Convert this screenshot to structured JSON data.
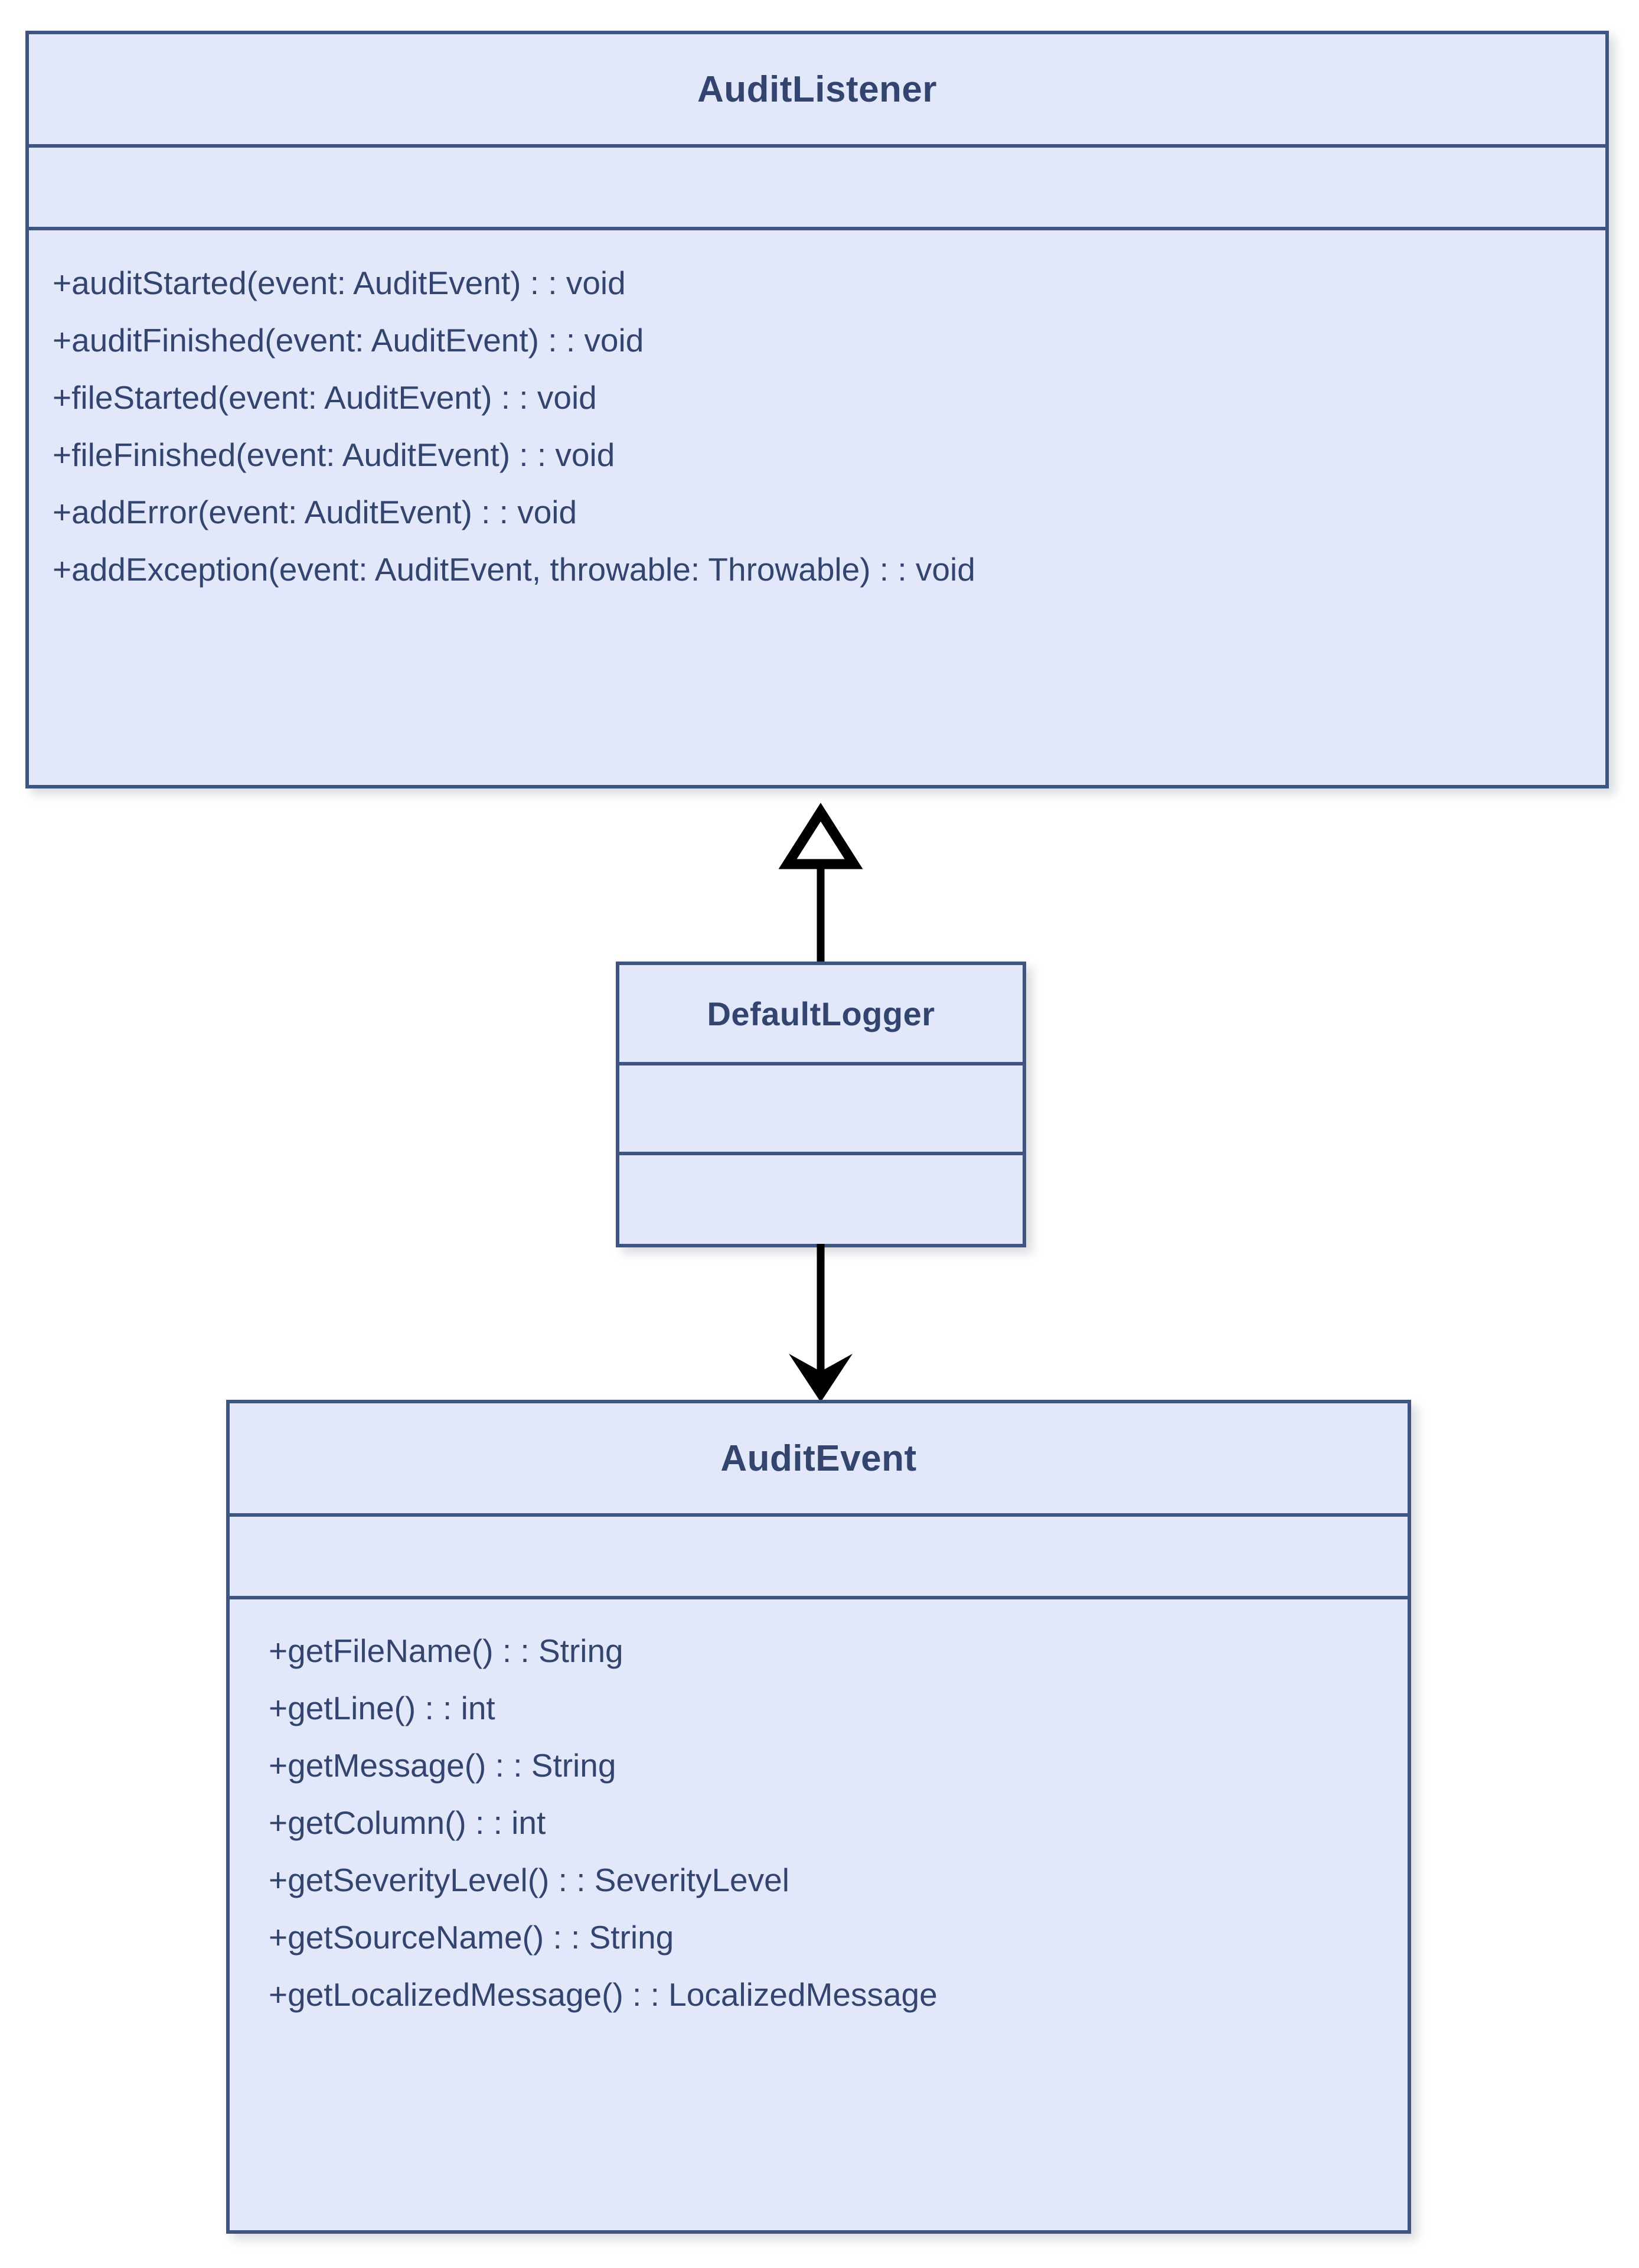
{
  "diagram": {
    "type": "uml-class-diagram",
    "background_color": "#ffffff",
    "class_fill_color": "#e2e8fa",
    "class_border_color": "#3e5481",
    "class_text_color": "#33446e",
    "connector_color": "#000000"
  },
  "classes": [
    {
      "id": "auditlistener",
      "name": "AuditListener",
      "attributes": [],
      "methods": [
        "+auditStarted(event: AuditEvent) : : void",
        "+auditFinished(event: AuditEvent) : : void",
        "+fileStarted(event: AuditEvent) : : void",
        "+fileFinished(event: AuditEvent) : : void",
        "+addError(event: AuditEvent) : : void",
        "+addException(event: AuditEvent, throwable: Throwable) : : void"
      ]
    },
    {
      "id": "defaultlogger",
      "name": "DefaultLogger",
      "attributes": [],
      "methods": []
    },
    {
      "id": "auditevent",
      "name": "AuditEvent",
      "attributes": [],
      "methods": [
        "+getFileName() : : String",
        "+getLine() : : int",
        "+getMessage() : : String",
        "+getColumn() : : int",
        "+getSeverityLevel() : : SeverityLevel",
        "+getSourceName() : : String",
        "+getLocalizedMessage() : : LocalizedMessage"
      ]
    }
  ],
  "connectors": [
    {
      "id": "generalization",
      "from": "DefaultLogger",
      "to": "AuditListener",
      "relation": "generalization",
      "arrowhead": "hollow-triangle",
      "direction": "up"
    },
    {
      "id": "dependency",
      "from": "DefaultLogger",
      "to": "AuditEvent",
      "relation": "dependency",
      "arrowhead": "open-arrow",
      "direction": "down"
    }
  ]
}
